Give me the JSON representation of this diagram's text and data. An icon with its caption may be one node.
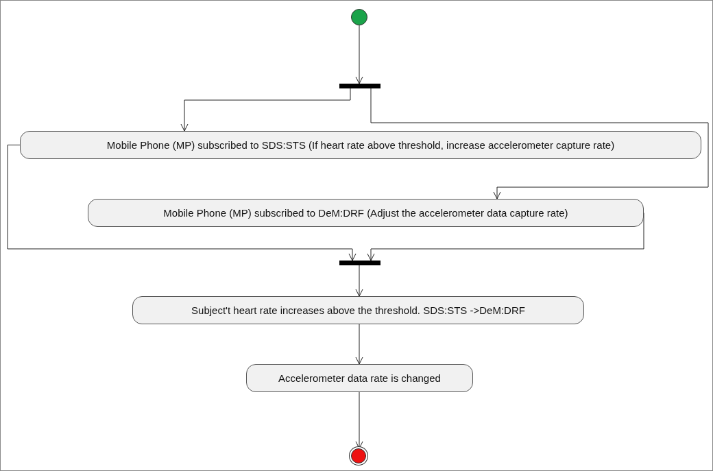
{
  "diagram": {
    "nodes": [
      {
        "text": [],
        "shape": "circle"
      },
      {
        "text": [],
        "shape": "bar"
      },
      {
        "text": [
          "Mobile Phone (MP) subscribed to SDS:STS (If heart rate above threshold, increase accelerometer capture rate)"
        ]
      },
      {
        "text": [
          "Mobile Phone (MP) subscribed to DeM:DRF (Adjust the accelerometer data capture rate)"
        ]
      },
      {
        "text": [],
        "shape": "bar"
      },
      {
        "text": [
          "Subject't heart rate increases above the threshold. SDS:STS ->DeM:DRF"
        ]
      },
      {
        "text": [
          "Accelerometer data rate is changed"
        ]
      },
      {
        "text": [],
        "shape": "circle"
      }
    ],
    "edges": [
      {
        "from": 0,
        "to": 1,
        "arrow": "to"
      },
      {
        "from": 1,
        "to": 2,
        "arrow": "to"
      },
      {
        "from": 1,
        "to": 3,
        "arrow": "to"
      },
      {
        "from": 2,
        "to": 4,
        "arrow": "to"
      },
      {
        "from": 3,
        "to": 4,
        "arrow": "to"
      },
      {
        "from": 4,
        "to": 5,
        "arrow": "to"
      },
      {
        "from": 5,
        "to": 6,
        "arrow": "to"
      },
      {
        "from": 6,
        "to": 7,
        "arrow": "to"
      }
    ]
  }
}
